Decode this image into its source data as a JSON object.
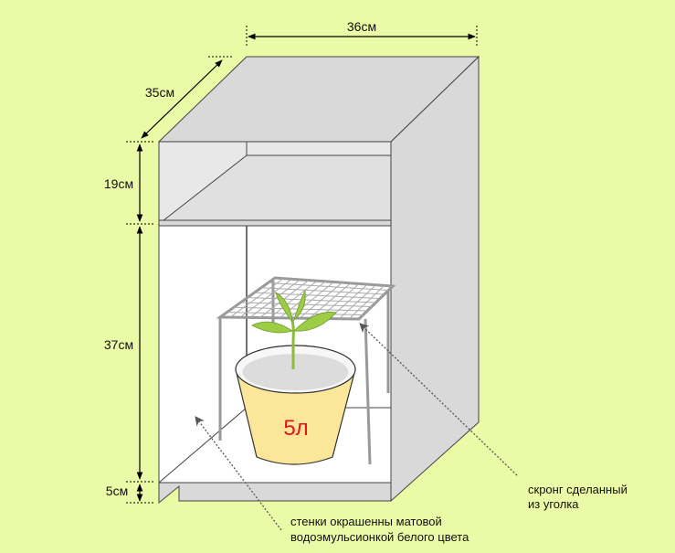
{
  "dimensions": {
    "width": "36см",
    "depth": "35см",
    "top_section": "19см",
    "main_section": "37см",
    "bottom_section": "5см"
  },
  "pot": {
    "volume": "5л"
  },
  "annotations": {
    "scrog_line1": "скронг сделанный",
    "scrog_line2": "из уголка",
    "walls_line1": "стенки окрашенны матовой",
    "walls_line2": "водоэмульсионкой белого цвета"
  },
  "colors": {
    "background": "#ebfaa6",
    "box_face": "#d9d9d9",
    "interior": "#ffffff",
    "pot_fill": "#fbe69a",
    "leaf": "#9ccd45",
    "pot_label": "#e4141b"
  }
}
